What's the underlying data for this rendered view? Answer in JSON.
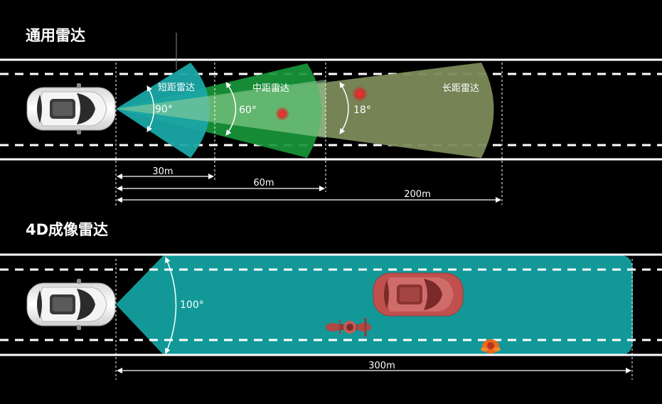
{
  "top_section": {
    "title": "通用雷达",
    "zones": {
      "short": {
        "label": "短距雷达",
        "angle": "90°"
      },
      "mid": {
        "label": "中距雷达",
        "angle": "60°"
      },
      "long": {
        "label": "长距雷达",
        "angle": "18°"
      }
    },
    "distances": {
      "d30": "30m",
      "d60": "60m",
      "d200": "200m"
    }
  },
  "bottom_section": {
    "title": "4D成像雷达",
    "angle": "100°",
    "distance": "300m"
  },
  "colors": {
    "short": "#1aa6a6",
    "mid": "#18963a",
    "long": "#7b8a5a",
    "imaging": "#139898",
    "detected_car": "#c0504d",
    "target_dot": "#e02020",
    "lane_line": "#ffffff"
  },
  "icons": [
    "ego-car-icon",
    "detected-car-icon",
    "motorcycle-icon",
    "pedestrian-icon",
    "target-dot-icon",
    "angle-arc-icon",
    "distance-arrow-icon"
  ]
}
